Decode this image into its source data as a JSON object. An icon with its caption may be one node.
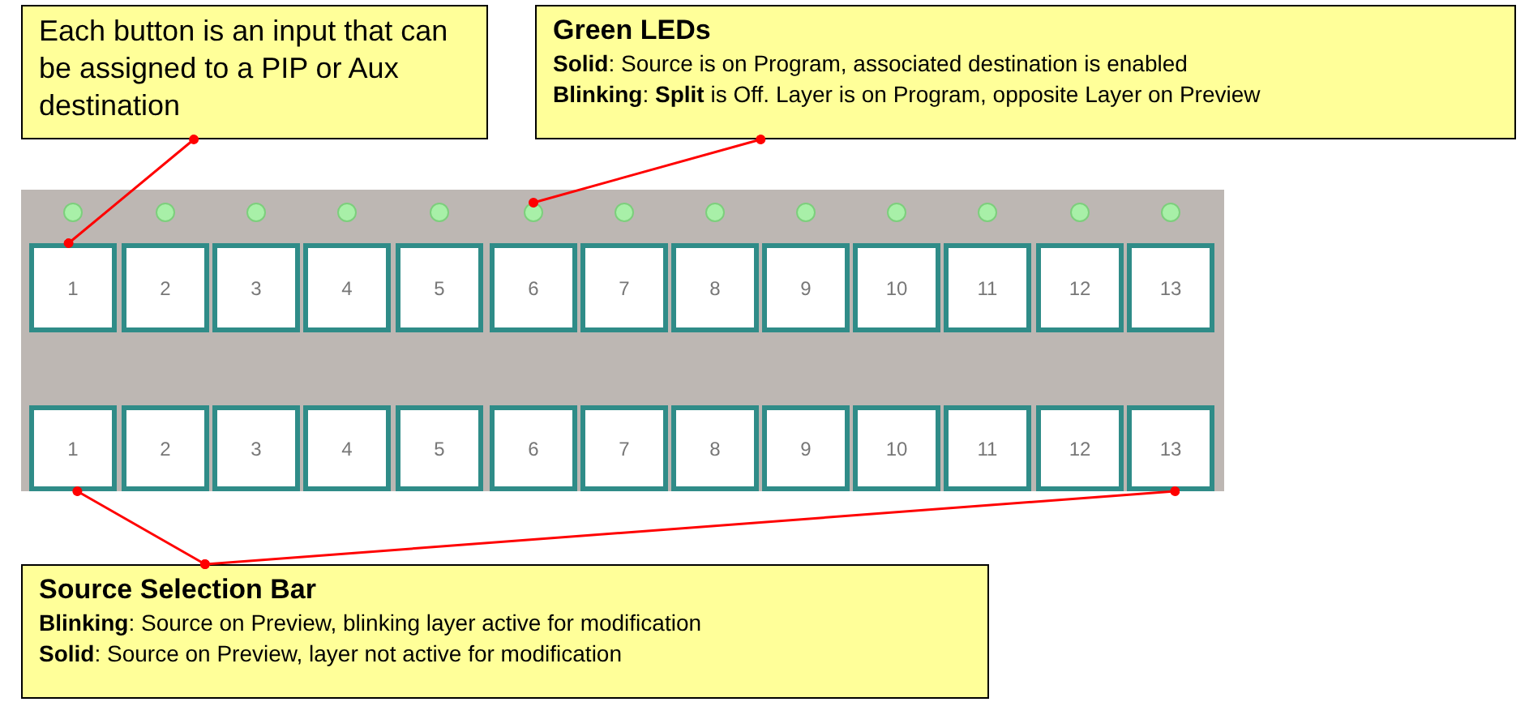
{
  "diagram": {
    "nodes": [
      {
        "text": [
          "Each button is an input that can be assigned to a PIP or Aux destination"
        ]
      },
      {
        "text": [
          "Green LEDs",
          "**Solid**: Source is on Program, associated destination is enabled",
          "**Blinking**: **Split** is Off. Layer is on Program, opposite Layer on Preview"
        ]
      },
      {
        "text": [],
        "shape": "box"
      },
      {
        "text": [],
        "shape": "circle",
        "in": 2
      },
      {
        "text": [],
        "shape": "circle",
        "in": 2
      },
      {
        "text": [],
        "shape": "circle",
        "in": 2
      },
      {
        "text": [],
        "shape": "circle",
        "in": 2
      },
      {
        "text": [],
        "shape": "circle",
        "in": 2
      },
      {
        "text": [],
        "shape": "circle",
        "in": 2
      },
      {
        "text": [],
        "shape": "circle",
        "in": 2
      },
      {
        "text": [],
        "shape": "circle",
        "in": 2
      },
      {
        "text": [],
        "shape": "circle",
        "in": 2
      },
      {
        "text": [],
        "shape": "circle",
        "in": 2
      },
      {
        "text": [],
        "shape": "circle",
        "in": 2
      },
      {
        "text": [],
        "shape": "circle",
        "in": 2
      },
      {
        "text": [],
        "shape": "circle",
        "in": 2
      },
      {
        "text": [
          "1"
        ],
        "in": 2
      },
      {
        "text": [
          "2"
        ],
        "in": 2
      },
      {
        "text": [
          "3"
        ],
        "in": 2
      },
      {
        "text": [
          "4"
        ],
        "in": 2
      },
      {
        "text": [
          "5"
        ],
        "in": 2
      },
      {
        "text": [
          "6"
        ],
        "in": 2
      },
      {
        "text": [
          "7"
        ],
        "in": 2
      },
      {
        "text": [
          "8"
        ],
        "in": 2
      },
      {
        "text": [
          "9"
        ],
        "in": 2
      },
      {
        "text": [
          "10"
        ],
        "in": 2
      },
      {
        "text": [
          "11"
        ],
        "in": 2
      },
      {
        "text": [
          "12"
        ],
        "in": 2
      },
      {
        "text": [
          "13"
        ],
        "in": 2
      },
      {
        "text": [
          "1"
        ],
        "in": 2
      },
      {
        "text": [
          "2"
        ],
        "in": 2
      },
      {
        "text": [
          "3"
        ],
        "in": 2
      },
      {
        "text": [
          "4"
        ],
        "in": 2
      },
      {
        "text": [
          "5"
        ],
        "in": 2
      },
      {
        "text": [
          "6"
        ],
        "in": 2
      },
      {
        "text": [
          "7"
        ],
        "in": 2
      },
      {
        "text": [
          "8"
        ],
        "in": 2
      },
      {
        "text": [
          "9"
        ],
        "in": 2
      },
      {
        "text": [
          "10"
        ],
        "in": 2
      },
      {
        "text": [
          "11"
        ],
        "in": 2
      },
      {
        "text": [
          "12"
        ],
        "in": 2
      },
      {
        "text": [
          "13"
        ],
        "in": 2
      },
      {
        "text": [
          "Source Selection Bar",
          "**Blinking**: Source on Preview, blinking layer active for modification",
          "**Solid**: Source on Preview, layer not active for modification"
        ]
      }
    ],
    "edges": [
      {
        "from": 0,
        "to": 16,
        "arrow": "other",
        "color": "#ff0000"
      },
      {
        "from": 1,
        "to": 8,
        "arrow": "other",
        "color": "#ff0000"
      },
      {
        "from": 42,
        "to": 29,
        "arrow": "other",
        "color": "#ff0000"
      },
      {
        "from": 42,
        "to": 41,
        "arrow": "other",
        "color": "#ff0000"
      }
    ]
  }
}
